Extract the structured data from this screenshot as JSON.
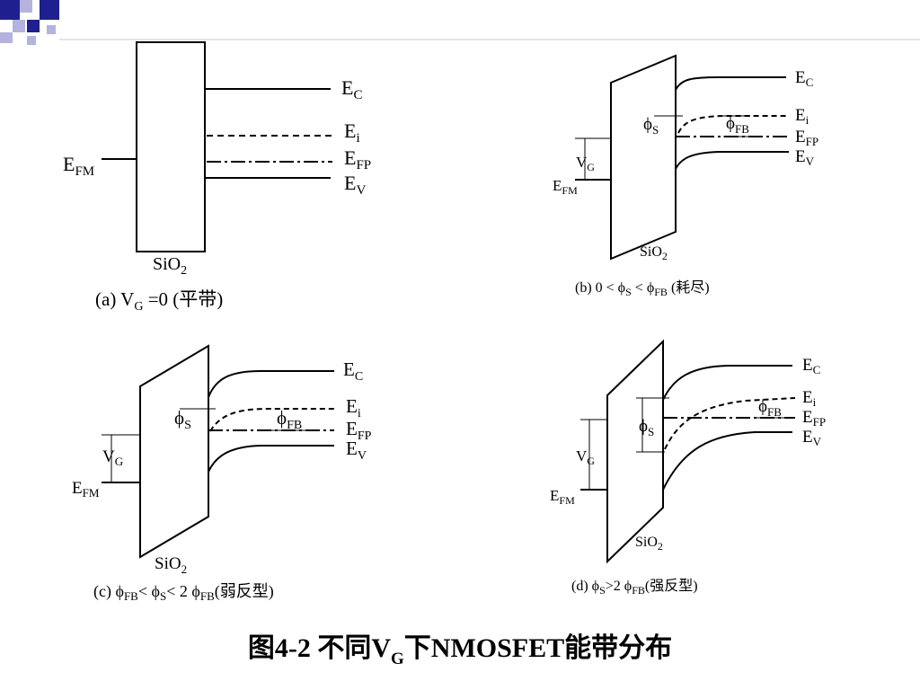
{
  "deco": {
    "accent": "#1f1f8f",
    "accent_light": "#b3b3dd"
  },
  "panels": {
    "a": {
      "bands": {
        "ec": "E",
        "ec_sub": "C",
        "ei": "E",
        "ei_sub": "i",
        "efp": "E",
        "efp_sub": "FP",
        "ev": "E",
        "ev_sub": "V"
      },
      "efm": "E",
      "efm_sub": "FM",
      "oxide": "SiO",
      "oxide_sub": "2",
      "caption": {
        "pre": "(a) V",
        "sub": "G",
        "post": " =0 (平带)"
      }
    },
    "b": {
      "bands": {
        "ec": "E",
        "ec_sub": "C",
        "ei": "E",
        "ei_sub": "i",
        "efp": "E",
        "efp_sub": "FP",
        "ev": "E",
        "ev_sub": "V"
      },
      "phi_s": "ϕ",
      "phi_s_sub": "S",
      "phi_fb": "ϕ",
      "phi_fb_sub": "FB",
      "vg": "V",
      "vg_sub": "G",
      "efm": "E",
      "efm_sub": "FM",
      "oxide": "SiO",
      "oxide_sub": "2",
      "caption": {
        "p1": "(b) 0 < ϕ",
        "s1": "S",
        "p2": " < ϕ",
        "s2": "FB",
        "p3": " (耗尽)"
      }
    },
    "c": {
      "bands": {
        "ec": "E",
        "ec_sub": "C",
        "ei": "E",
        "ei_sub": "i",
        "efp": "E",
        "efp_sub": "FP",
        "ev": "E",
        "ev_sub": "V"
      },
      "phi_s": "ϕ",
      "phi_s_sub": "S",
      "phi_fb": "ϕ",
      "phi_fb_sub": "FB",
      "vg": "V",
      "vg_sub": "G",
      "efm": "E",
      "efm_sub": "FM",
      "oxide": "SiO",
      "oxide_sub": "2",
      "caption": {
        "p1": "(c) ϕ",
        "s1": "FB",
        "p2": "< ϕ",
        "s2": "S",
        "p3": "< 2 ϕ",
        "s3": "FB",
        "p4": "(弱反型)"
      }
    },
    "d": {
      "bands": {
        "ec": "E",
        "ec_sub": "C",
        "ei": "E",
        "ei_sub": "i",
        "efp": "E",
        "efp_sub": "FP",
        "ev": "E",
        "ev_sub": "V"
      },
      "phi_s": "ϕ",
      "phi_s_sub": "S",
      "phi_fb": "ϕ",
      "phi_fb_sub": "FB",
      "vg": "V",
      "vg_sub": "G",
      "efm": "E",
      "efm_sub": "FM",
      "oxide": "SiO",
      "oxide_sub": "2",
      "caption": {
        "p1": "(d) ϕ",
        "s1": "S",
        "p2": ">2 ϕ",
        "s2": "FB",
        "p3": "(强反型)"
      }
    }
  },
  "figure_caption": {
    "pre": "图4-2  不同V",
    "sub": "G",
    "post": "下NMOSFET能带分布"
  }
}
